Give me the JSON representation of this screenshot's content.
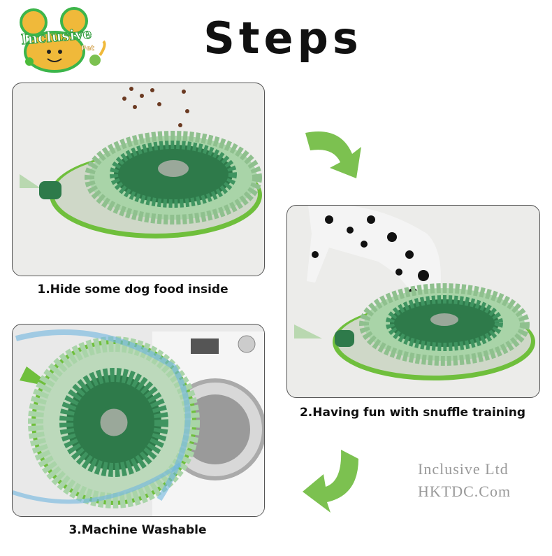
{
  "logo": {
    "text": "Inclusive",
    "sub": "Pet"
  },
  "title": "Steps",
  "steps": [
    {
      "caption": "1.Hide some dog food inside"
    },
    {
      "caption": "2.Having fun with snuffle training"
    },
    {
      "caption": "3.Machine Washable"
    }
  ],
  "watermark": {
    "line1": "Inclusive Ltd",
    "line2": "HKTDC.Com"
  },
  "colors": {
    "arrow": "#7cc150",
    "mat_dark": "#2e7a4a",
    "mat_light": "#a9d4a8",
    "mat_rim": "#6fbf3c"
  }
}
